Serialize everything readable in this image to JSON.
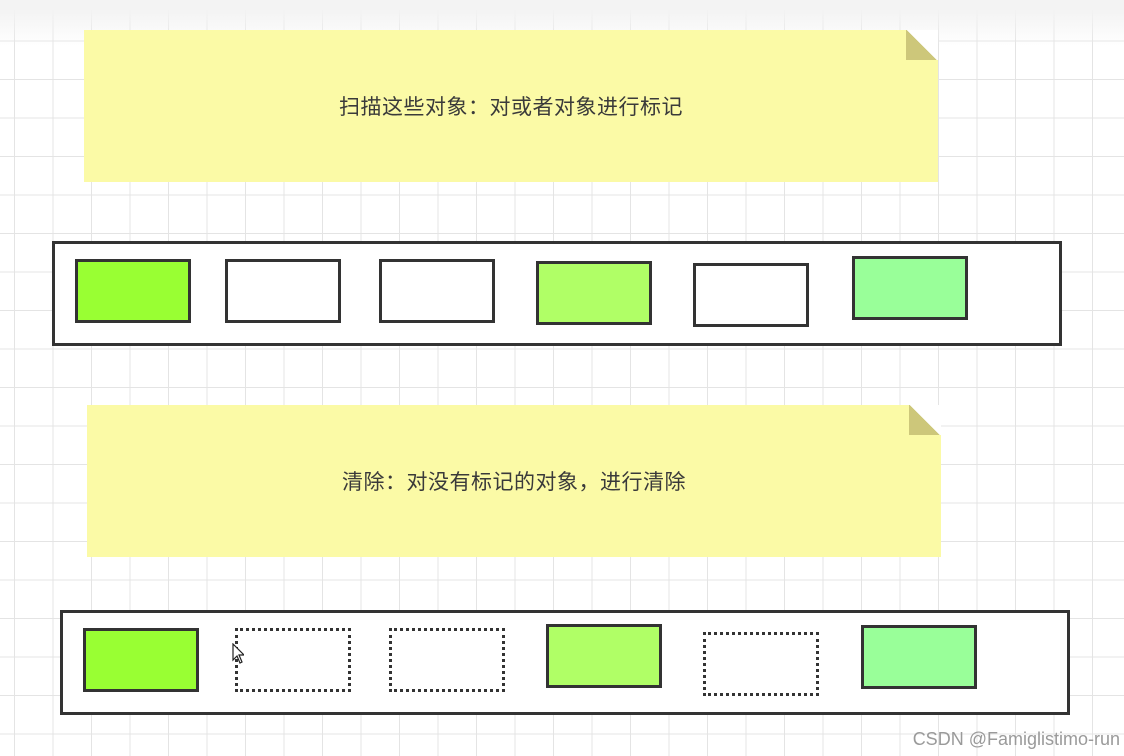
{
  "notes": {
    "scan_text": "扫描这些对象：对或者对象进行标记",
    "sweep_text": "清除：对没有标记的对象，进行清除"
  },
  "colors": {
    "note_bg": "#fbfaa6",
    "bright_green": "#99ff33",
    "light_green": "#b0ff66",
    "mint_green": "#99ff99",
    "border": "#333333"
  },
  "rows": {
    "scan": [
      {
        "state": "marked",
        "color": "#99ff33"
      },
      {
        "state": "unmarked",
        "color": "#ffffff"
      },
      {
        "state": "unmarked",
        "color": "#ffffff"
      },
      {
        "state": "marked",
        "color": "#b0ff66"
      },
      {
        "state": "unmarked",
        "color": "#ffffff"
      },
      {
        "state": "marked",
        "color": "#99ff99"
      }
    ],
    "sweep": [
      {
        "state": "kept",
        "color": "#99ff33"
      },
      {
        "state": "cleared",
        "color": "none"
      },
      {
        "state": "cleared",
        "color": "none"
      },
      {
        "state": "kept",
        "color": "#b0ff66"
      },
      {
        "state": "cleared",
        "color": "none"
      },
      {
        "state": "kept",
        "color": "#99ff99"
      }
    ]
  },
  "watermark": "CSDN @Famiglistimo-run"
}
